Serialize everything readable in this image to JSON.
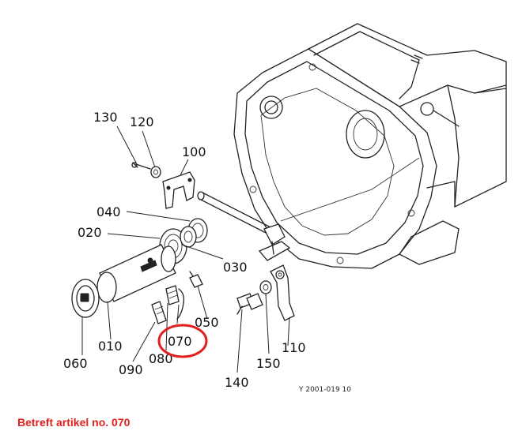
{
  "caption": "Betreft artikel no. 070",
  "drawing_ref": "Y 2001-019 10",
  "highlight_color": "#e0201e",
  "parts": [
    {
      "id": "p130",
      "label": "130"
    },
    {
      "id": "p120",
      "label": "120"
    },
    {
      "id": "p100",
      "label": "100"
    },
    {
      "id": "p040",
      "label": "040"
    },
    {
      "id": "p020",
      "label": "020"
    },
    {
      "id": "p030",
      "label": "030"
    },
    {
      "id": "p050",
      "label": "050"
    },
    {
      "id": "p070",
      "label": "070",
      "highlighted": true
    },
    {
      "id": "p060",
      "label": "060"
    },
    {
      "id": "p010",
      "label": "010"
    },
    {
      "id": "p090",
      "label": "090"
    },
    {
      "id": "p080",
      "label": "080"
    },
    {
      "id": "p140",
      "label": "140"
    },
    {
      "id": "p150",
      "label": "150"
    },
    {
      "id": "p110",
      "label": "110"
    }
  ]
}
